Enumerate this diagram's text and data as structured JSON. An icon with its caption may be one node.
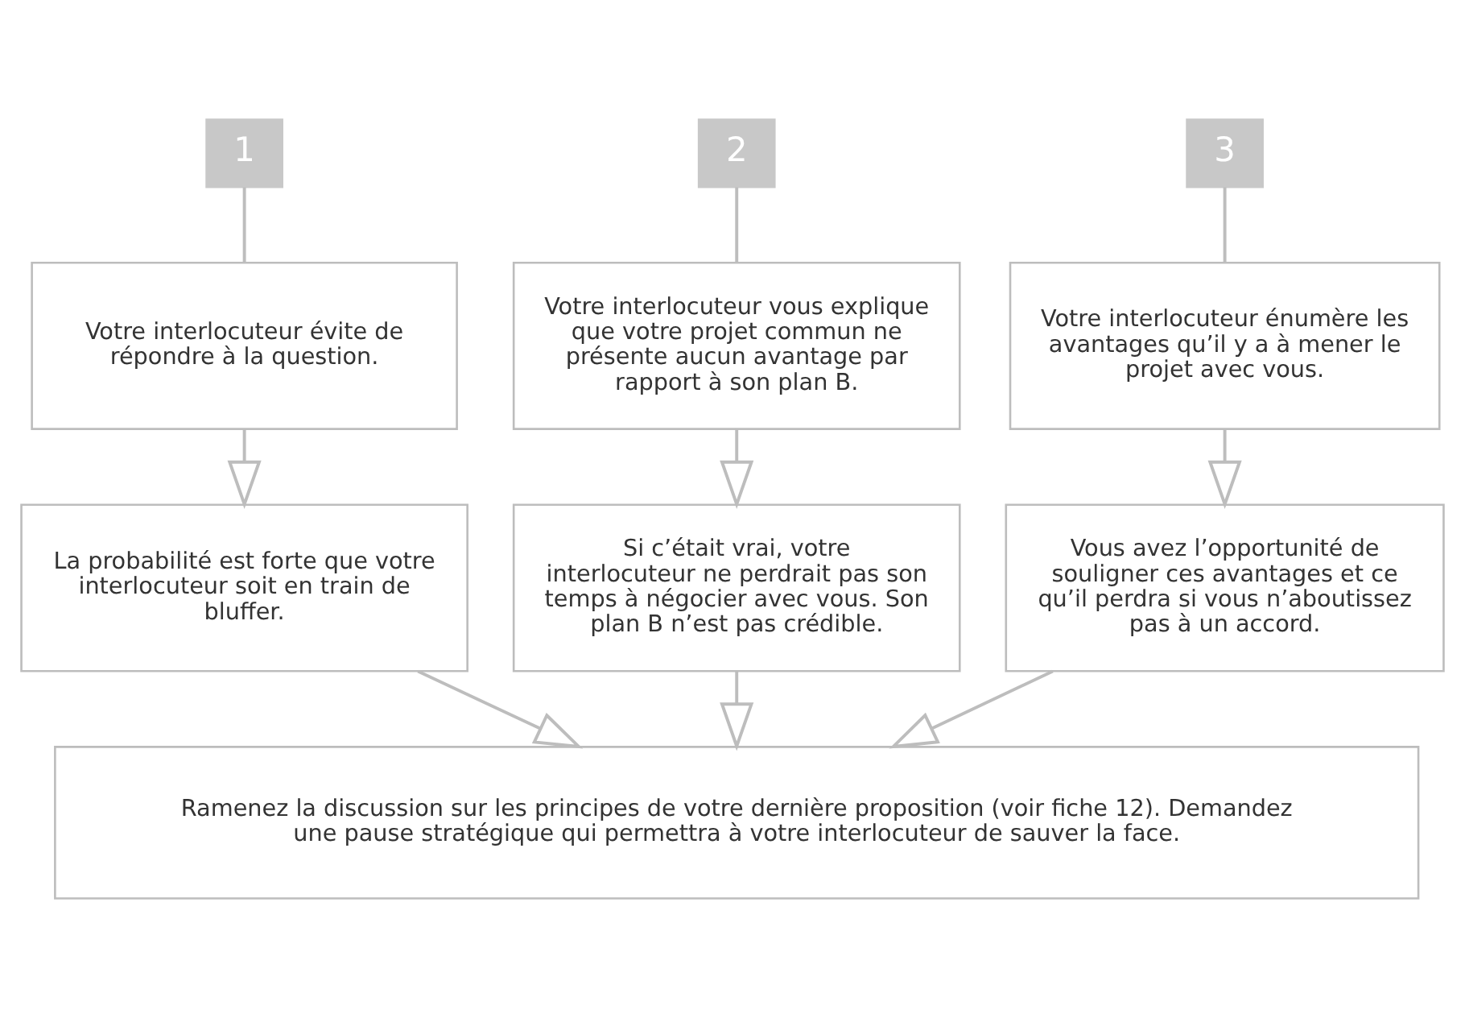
{
  "diagram": {
    "nodes": [
      {
        "text": [
          "1"
        ]
      },
      {
        "text": [
          "2"
        ]
      },
      {
        "text": [
          "3"
        ]
      },
      {
        "text": [
          "Votre interlocuteur évite de répondre à la question."
        ]
      },
      {
        "text": [
          "Votre interlocuteur vous explique que votre projet commun ne présente aucun avantage par rapport à son plan B."
        ]
      },
      {
        "text": [
          "Votre interlocuteur énumère les avantages qu’il y a à mener le projet avec vous."
        ]
      },
      {
        "text": [
          "La probabilité est forte que votre interlocuteur soit en train de bluffer."
        ]
      },
      {
        "text": [
          "Si c’était vrai, votre interlocuteur ne perdrait pas son temps à négocier avec vous. Son plan B n’est pas crédible."
        ]
      },
      {
        "text": [
          "Vous avez l’opportunité de souligner ces avantages et ce qu’il perdra si vous n’aboutissez pas à un accord."
        ]
      },
      {
        "text": [
          "Ramenez la discussion sur les principes de votre dernière proposition (voir fiche 12). Demandez une pause stratégique qui permettra à votre interlocuteur de sauver la face."
        ]
      }
    ],
    "edges": [
      {
        "from": 0,
        "to": 3,
        "arrow": "none"
      },
      {
        "from": 1,
        "to": 4,
        "arrow": "none"
      },
      {
        "from": 2,
        "to": 5,
        "arrow": "none"
      },
      {
        "from": 3,
        "to": 6,
        "arrow": "to"
      },
      {
        "from": 4,
        "to": 7,
        "arrow": "to"
      },
      {
        "from": 5,
        "to": 8,
        "arrow": "to"
      },
      {
        "from": 6,
        "to": 9,
        "arrow": "to"
      },
      {
        "from": 7,
        "to": 9,
        "arrow": "to"
      },
      {
        "from": 8,
        "to": 9,
        "arrow": "to"
      }
    ]
  }
}
